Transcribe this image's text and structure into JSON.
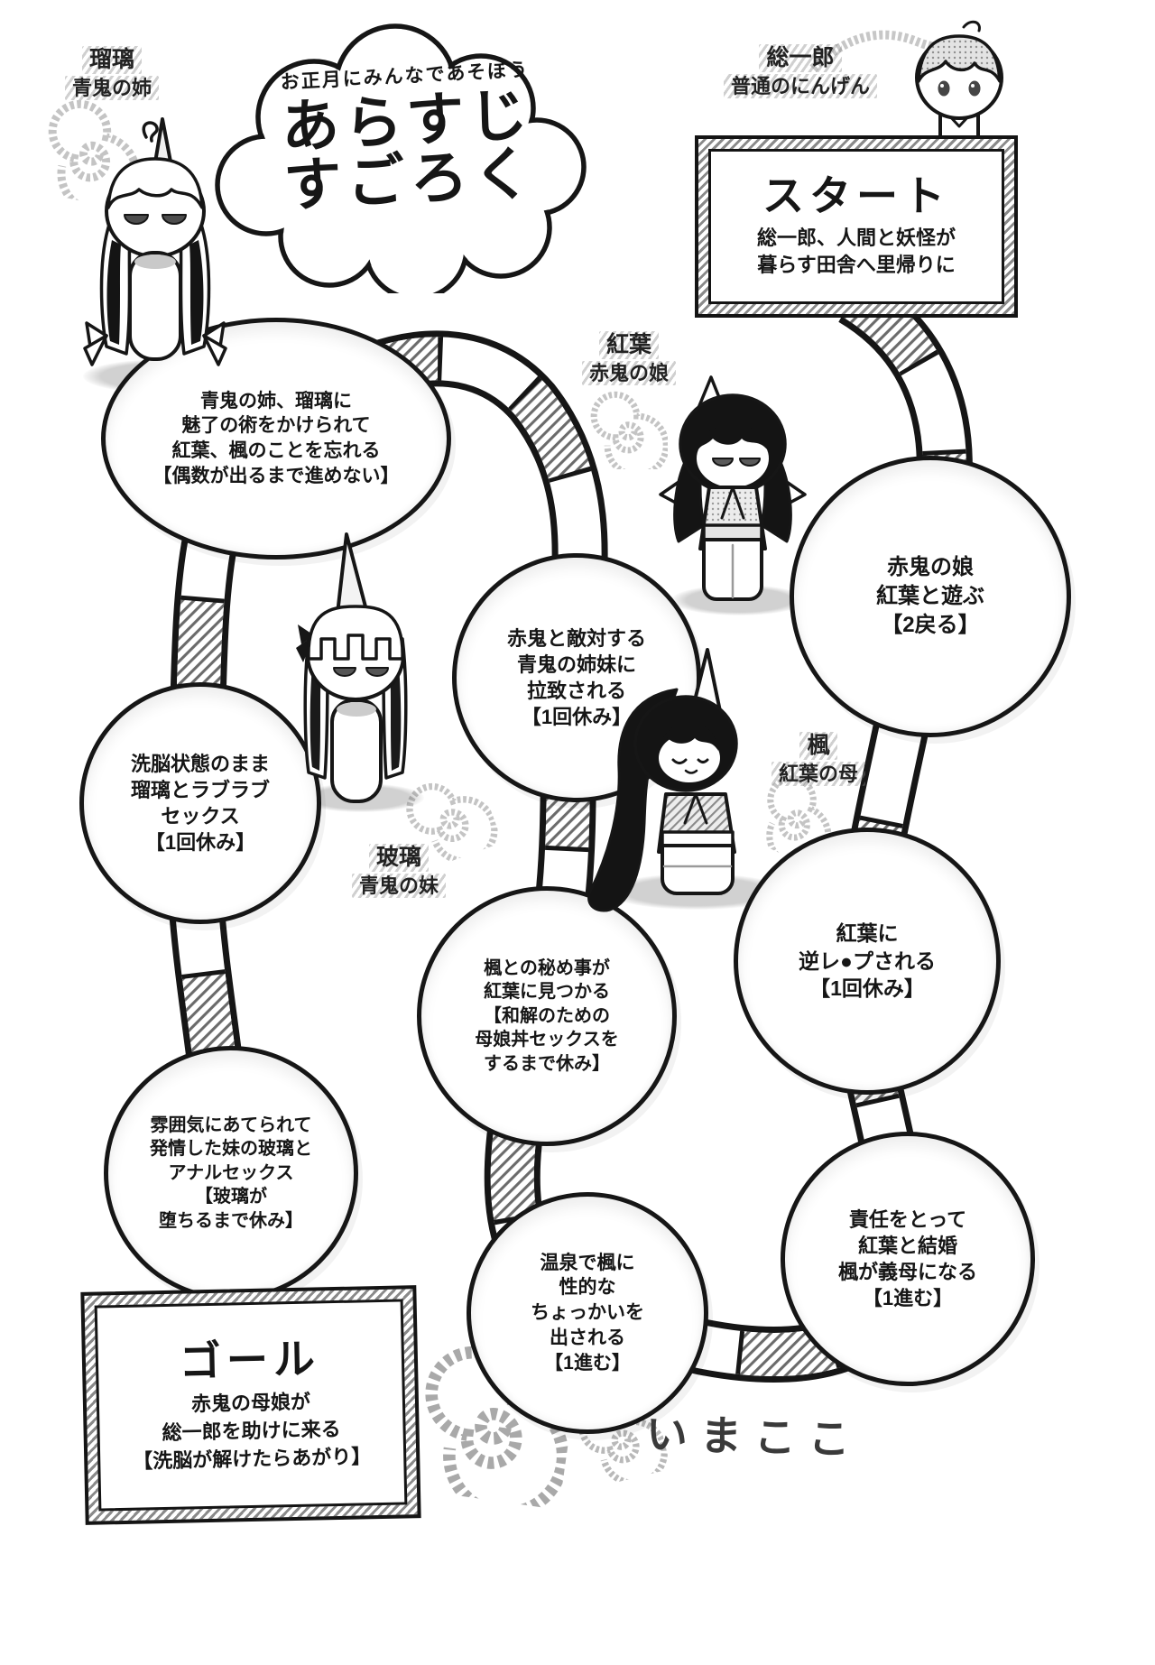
{
  "cloud": {
    "tagline": "お正月にみんなであそぼう",
    "title_line1": "あらすじ",
    "title_line2": "すごろく"
  },
  "characters": [
    {
      "name": "瑠璃",
      "role": "青鬼の姉"
    },
    {
      "name": "総一郎",
      "role": "普通のにんげん"
    },
    {
      "name": "紅葉",
      "role": "赤鬼の娘"
    },
    {
      "name": "玻璃",
      "role": "青鬼の妹"
    },
    {
      "name": "楓",
      "role": "紅葉の母"
    }
  ],
  "start": {
    "title": "スタート",
    "lines": [
      "総一郎、人間と妖怪が",
      "暮らす田舎へ里帰りに"
    ]
  },
  "goal": {
    "title": "ゴール",
    "lines": [
      "赤鬼の母娘が",
      "総一郎を助けに来る",
      "【洗脳が解けたらあがり】"
    ]
  },
  "spaces": [
    {
      "lines": [
        "青鬼の姉、瑠璃に",
        "魅了の術をかけられて",
        "紅葉、楓のことを忘れる",
        "【偶数が出るまで進めない】"
      ]
    },
    {
      "lines": [
        "赤鬼の娘",
        "紅葉と遊ぶ",
        "【2戻る】"
      ]
    },
    {
      "lines": [
        "赤鬼と敵対する",
        "青鬼の姉妹に",
        "拉致される",
        "【1回休み】"
      ]
    },
    {
      "lines": [
        "洗脳状態のまま",
        "瑠璃とラブラブ",
        "セックス",
        "【1回休み】"
      ]
    },
    {
      "lines": [
        "紅葉に",
        "逆レ●プされる",
        "【1回休み】"
      ]
    },
    {
      "lines": [
        "楓との秘め事が",
        "紅葉に見つかる",
        "【和解のための",
        "母娘丼セックスを",
        "するまで休み】"
      ]
    },
    {
      "lines": [
        "雰囲気にあてられて",
        "発情した妹の玻璃と",
        "アナルセックス",
        "【玻璃が",
        "堕ちるまで休み】"
      ]
    },
    {
      "lines": [
        "責任をとって",
        "紅葉と結婚",
        "楓が義母になる",
        "【1進む】"
      ]
    },
    {
      "lines": [
        "温泉で楓に",
        "性的な",
        "ちょっかいを",
        "出される",
        "【1進む】"
      ]
    }
  ],
  "footer": {
    "now_here": "いまここ"
  },
  "colors": {
    "ink": "#161616",
    "paper": "#ffffff",
    "halftone_gray": "#b5b5b5"
  }
}
